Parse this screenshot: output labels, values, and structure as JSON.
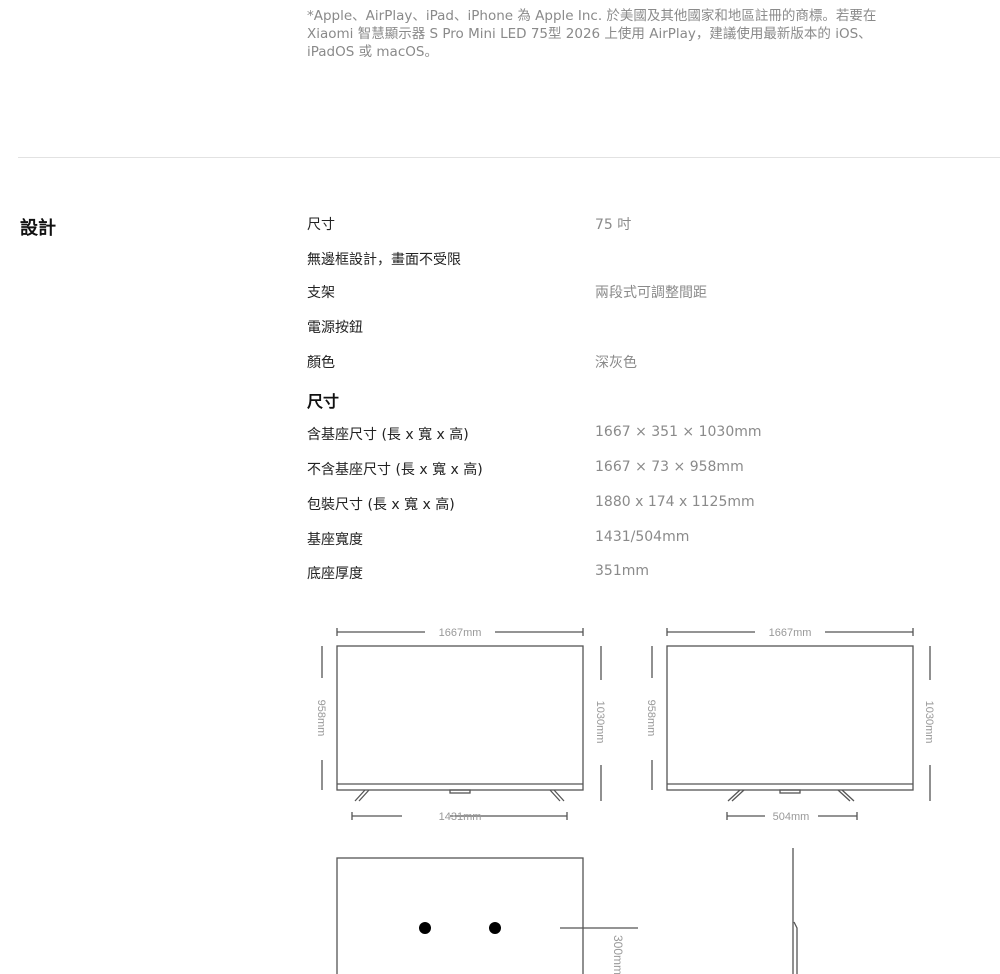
{
  "footnote": "*Apple、AirPlay、iPad、iPhone 為 Apple Inc. 於美國及其他國家和地區註冊的商標。若要在 Xiaomi 智慧顯示器 S Pro Mini LED 75型 2026 上使用 AirPlay，建議使用最新版本的 iOS、iPadOS 或 macOS。",
  "section_title": "設計",
  "specs": [
    {
      "label": "尺寸",
      "value": "75 吋"
    },
    {
      "label": "無邊框設計，畫面不受限",
      "value": ""
    },
    {
      "label": "支架",
      "value": "兩段式可調整間距"
    },
    {
      "label": "電源按鈕",
      "value": ""
    },
    {
      "label": "顏色",
      "value": "深灰色"
    },
    {
      "label": "尺寸",
      "value": "",
      "heading": true
    },
    {
      "label": "含基座尺寸 (長 x 寬 x 高)",
      "value": "1667 × 351 × 1030mm"
    },
    {
      "label": "不含基座尺寸 (長 x 寬 x 高)",
      "value": "1667 × 73 × 958mm"
    },
    {
      "label": "包裝尺寸 (長 x 寬 x 高)",
      "value": "1880 x 174 x 1125mm"
    },
    {
      "label": "基座寬度",
      "value": "1431/504mm"
    },
    {
      "label": "底座厚度",
      "value": "351mm"
    }
  ],
  "diagram": {
    "width": "1667mm",
    "screen_height": "958mm",
    "total_height": "1030mm",
    "stand_wide": "1431mm",
    "stand_narrow": "504mm",
    "vesa": "300mm"
  }
}
